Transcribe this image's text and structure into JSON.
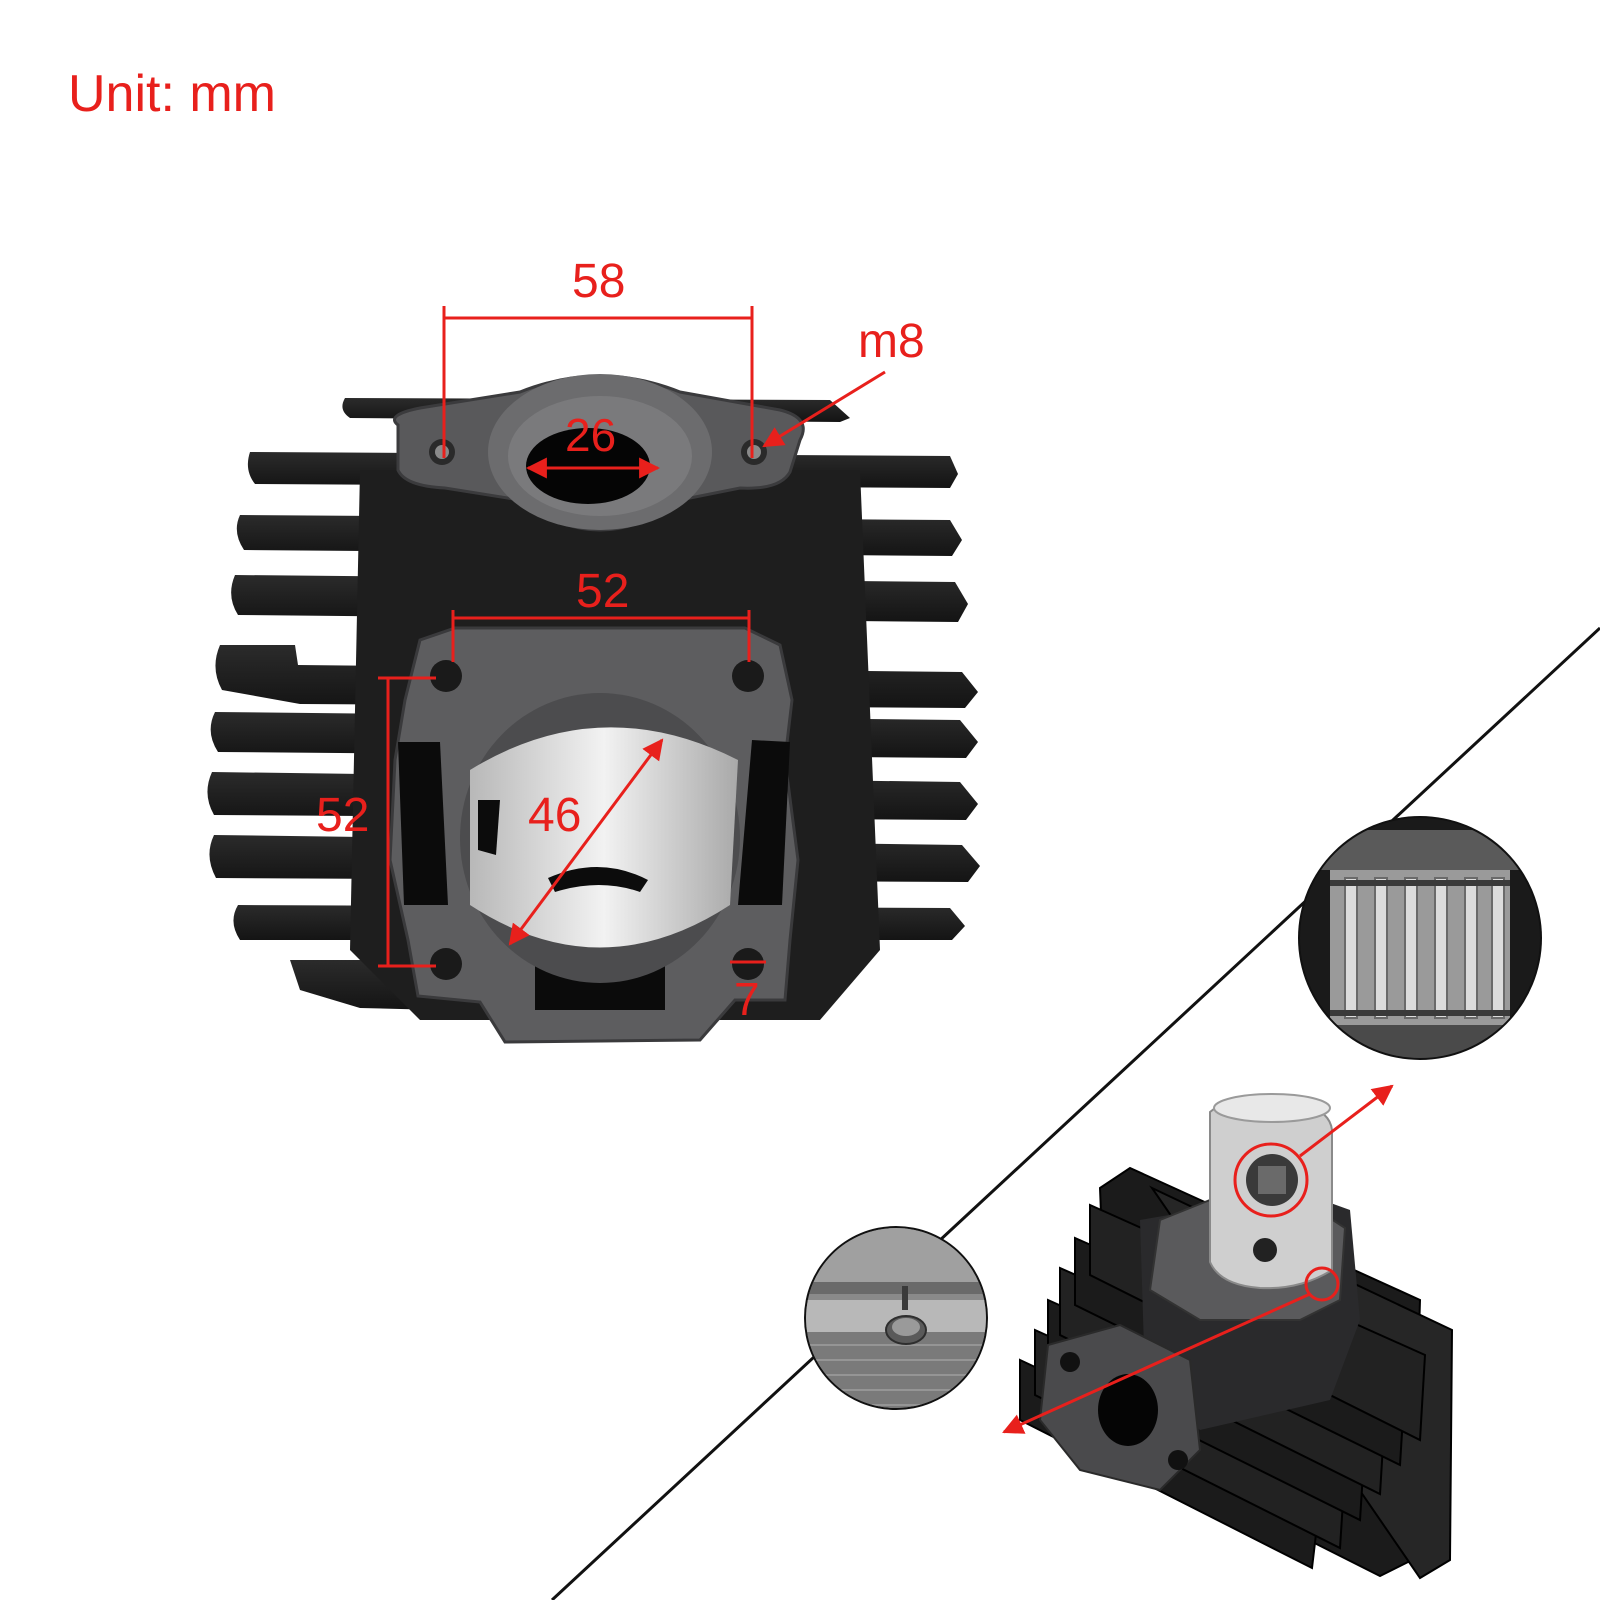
{
  "unit_label": "Unit: mm",
  "dimensions": {
    "port_hole_spacing": "58",
    "thread_size": "m8",
    "port_diameter": "26",
    "base_hole_spacing_horizontal": "52",
    "base_hole_spacing_vertical": "52",
    "bore_diameter": "46",
    "base_flange": "7"
  },
  "colors": {
    "annotation": "#e8201c",
    "metal_dark": "#1c1c1c",
    "metal_grey": "#5a5a5c",
    "bore_silver": "#d9d9d9",
    "background": "#ffffff"
  },
  "icons": {
    "main_part": "cylinder-block-photo",
    "detail_1": "needle-bearing-closeup",
    "detail_2": "locating-pin-closeup",
    "assembly": "cylinder-piston-assembly-photo"
  }
}
